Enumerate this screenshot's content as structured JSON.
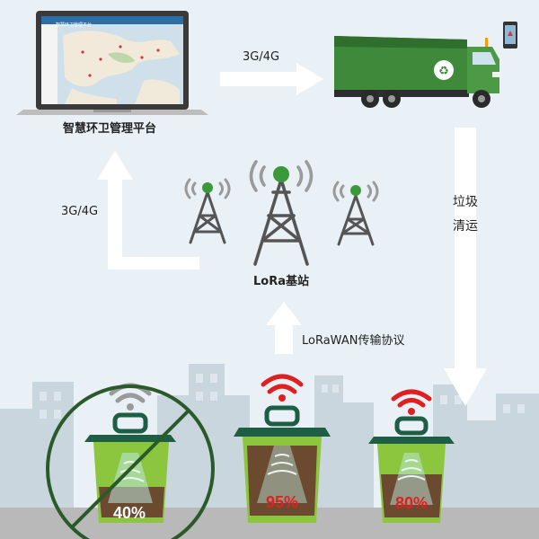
{
  "platform": {
    "label": "智慧环卫管理平台",
    "screen_title": "智慧环卫管理平台"
  },
  "links": {
    "platform_to_truck": "3G/4G",
    "gateway_to_platform": "3G/4G",
    "bins_to_gateway": "LoRaWAN传输协议",
    "truck_to_bins": "垃圾清运"
  },
  "gateway": {
    "label": "LoRa基站"
  },
  "bins": [
    {
      "fill": "40%",
      "status": "offline"
    },
    {
      "fill": "95%",
      "status": "online"
    },
    {
      "fill": "80%",
      "status": "online"
    }
  ],
  "colors": {
    "arrow": "#ffffff",
    "truck_green": "#3f8a3a",
    "tower": "#555555",
    "tower_node": "#3a9a3a",
    "bin_body": "#8cc63f",
    "bin_lid": "#1e5e45",
    "garbage": "#6b4a30",
    "signal_alert": "#e02020",
    "signal_offline": "#9a9a9a",
    "strike": "#2a5a2a",
    "skyline": "#c9d6de",
    "road": "#b9b9b9"
  }
}
